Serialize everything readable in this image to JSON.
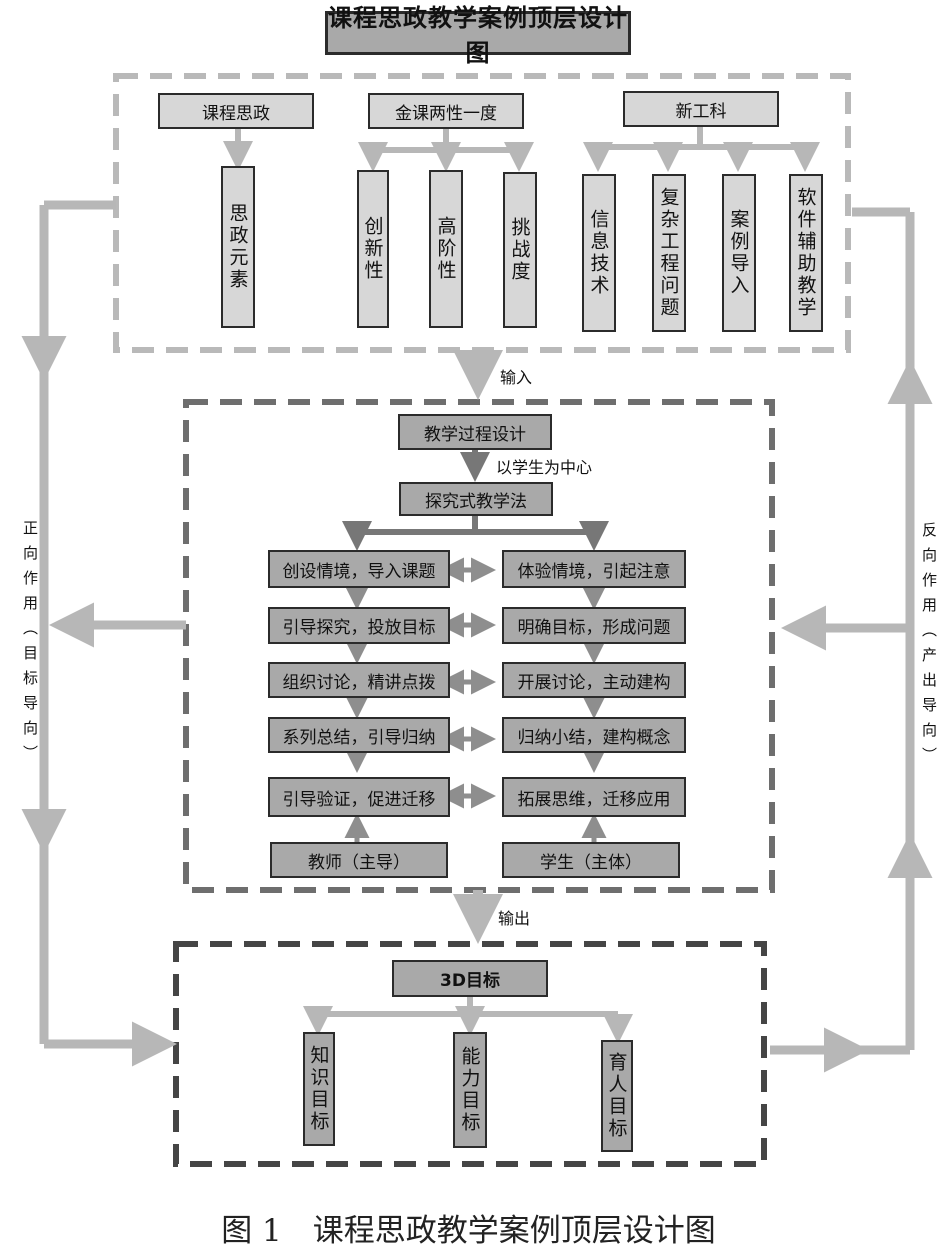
{
  "title": "课程思政教学案例顶层设计图",
  "top_section": {
    "groups": [
      {
        "label": "课程思政",
        "items": [
          "思政元素"
        ]
      },
      {
        "label": "金课两性一度",
        "items": [
          "创新性",
          "高阶性",
          "挑战度"
        ]
      },
      {
        "label": "新工科",
        "items": [
          "信息技术",
          "复杂工程问题",
          "案例导入",
          "软件辅助教学"
        ]
      }
    ]
  },
  "input_label": "输入",
  "middle_section": {
    "design_label": "教学过程设计",
    "center_label": "以学生为中心",
    "method_label": "探究式教学法",
    "teacher_steps": [
      "创设情境，导入课题",
      "引导探究，投放目标",
      "组织讨论，精讲点拨",
      "系列总结，引导归纳",
      "引导验证，促进迁移"
    ],
    "student_steps": [
      "体验情境，引起注意",
      "明确目标，形成问题",
      "开展讨论，主动建构",
      "归纳小结，建构概念",
      "拓展思维，迁移应用"
    ],
    "teacher_label": "教师（主导）",
    "student_label": "学生（主体）"
  },
  "output_label": "输出",
  "bottom_section": {
    "goal_label": "3D目标",
    "items": [
      "知识目标",
      "能力目标",
      "育人目标"
    ]
  },
  "left_side_label": "正向作用（目标导向）",
  "right_side_label": "反向作用（产出导向）",
  "caption": "图 1　课程思政教学案例顶层设计图"
}
